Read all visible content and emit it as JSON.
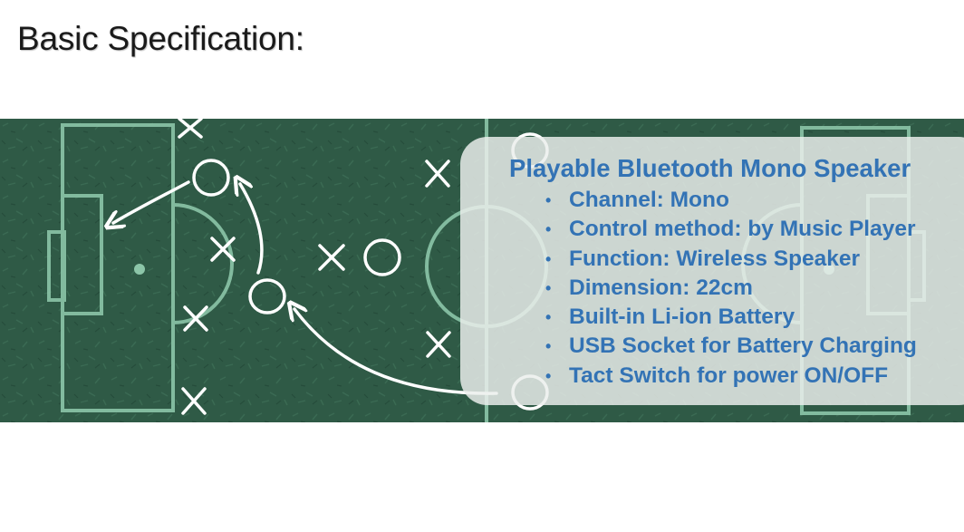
{
  "slide": {
    "title": "Basic Specification:"
  },
  "banner": {
    "board_color": "#2f5a46",
    "line_color": "#8cc5a8",
    "chalk_color": "#ffffff"
  },
  "spec": {
    "heading": "Playable Bluetooth Mono Speaker",
    "bullet_glyph": "•",
    "text_color": "#3373b5",
    "items": [
      "Channel: Mono",
      "Control method: by Music Player",
      "Function: Wireless Speaker",
      "Dimension: 22cm",
      "Built-in Li-ion Battery",
      "USB Socket for Battery Charging",
      "Tact Switch for power ON/OFF"
    ]
  }
}
